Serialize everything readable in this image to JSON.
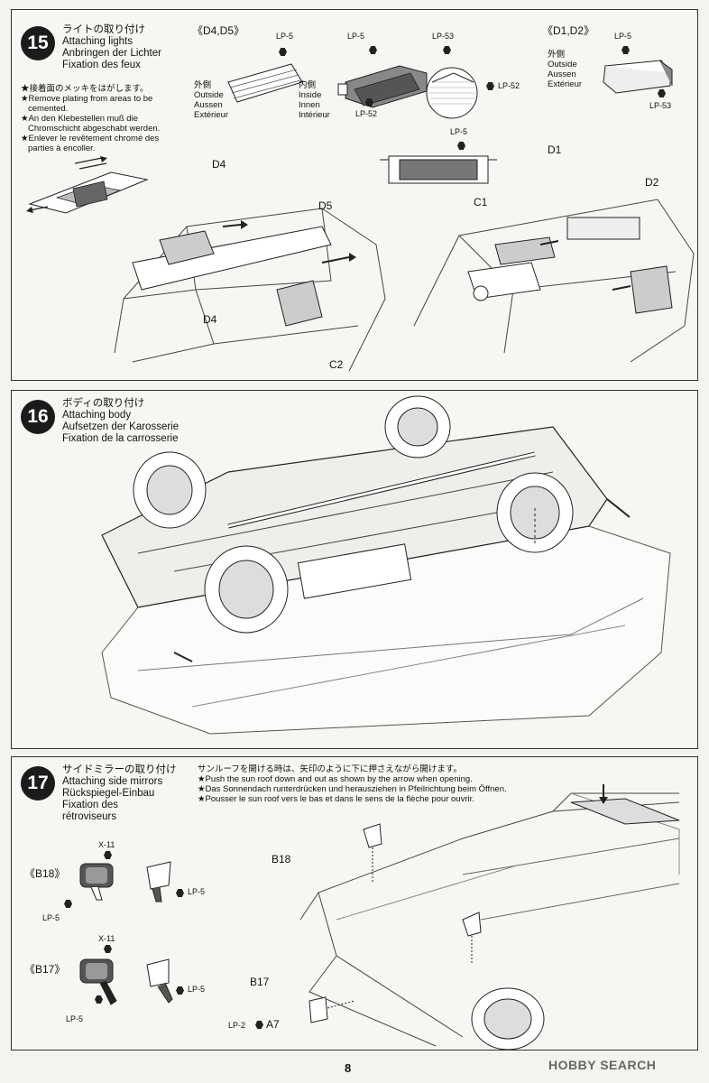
{
  "page_number": "8",
  "watermark": "HOBBY SEARCH",
  "step15": {
    "number": "15",
    "title_jp": "ライトの取り付け",
    "title_en": "Attaching lights",
    "title_de": "Anbringen der Lichter",
    "title_fr": "Fixation des feux",
    "notes": [
      "★接着面のメッキをはがします。",
      "★Remove plating from areas to be",
      "cemented.",
      "★An den Klebestellen muß die",
      "Chromschicht abgeschabt werden.",
      "★Enlever le revêtement chromé des",
      "parties à encoller."
    ],
    "set_left": "《D4,D5》",
    "set_right": "《D1,D2》",
    "outside": [
      "外側",
      "Outside",
      "Aussen",
      "Extérieur"
    ],
    "inside": [
      "内側",
      "Inside",
      "Innen",
      "Intérieur"
    ],
    "outside_right": [
      "外側",
      "Outside",
      "Aussen",
      "Extérieur"
    ],
    "paint_labels": {
      "lp5_a": "LP-5",
      "lp5_b": "LP-5",
      "lp53_a": "LP-53",
      "lp52_a": "LP-52",
      "lp52_b": "LP-52",
      "lp5_c": "LP-5",
      "lp53_b": "LP-53",
      "lp5_d": "LP-5"
    },
    "parts": {
      "d4": "D4",
      "d5": "D5",
      "c2": "C2",
      "c1": "C1",
      "d1": "D1",
      "d2": "D2"
    }
  },
  "step16": {
    "number": "16",
    "title_jp": "ボディの取り付け",
    "title_en": "Attaching body",
    "title_de": "Aufsetzen der Karosserie",
    "title_fr": "Fixation de la carrosserie"
  },
  "step17": {
    "number": "17",
    "title_jp": "サイドミラーの取り付け",
    "title_en": "Attaching side mirrors",
    "title_de": "Rückspiegel-Einbau",
    "title_fr1": "Fixation des",
    "title_fr2": "rétroviseurs",
    "notes": [
      "サンルーフを開ける時は、矢印のように下に押さえながら開けます。",
      "★Push the sun roof down and out as shown by the arrow when opening.",
      "★Das Sonnendach runterdrücken und herausziehen in Pfeilrichtung beim Öffnen.",
      "★Pousser le sun roof vers le bas et dans le sens de la flèche pour ouvrir."
    ],
    "set_b18": "《B18》",
    "set_b17": "《B17》",
    "paint_labels": {
      "x11_a": "X-11",
      "lp5_a": "LP-5",
      "lp5_b": "LP-5",
      "x11_b": "X-11",
      "lp5_c": "LP-5",
      "lp5_d": "LP-5",
      "lp2": "LP-2"
    },
    "parts": {
      "b18": "B18",
      "b17": "B17",
      "a7": "A7"
    }
  }
}
